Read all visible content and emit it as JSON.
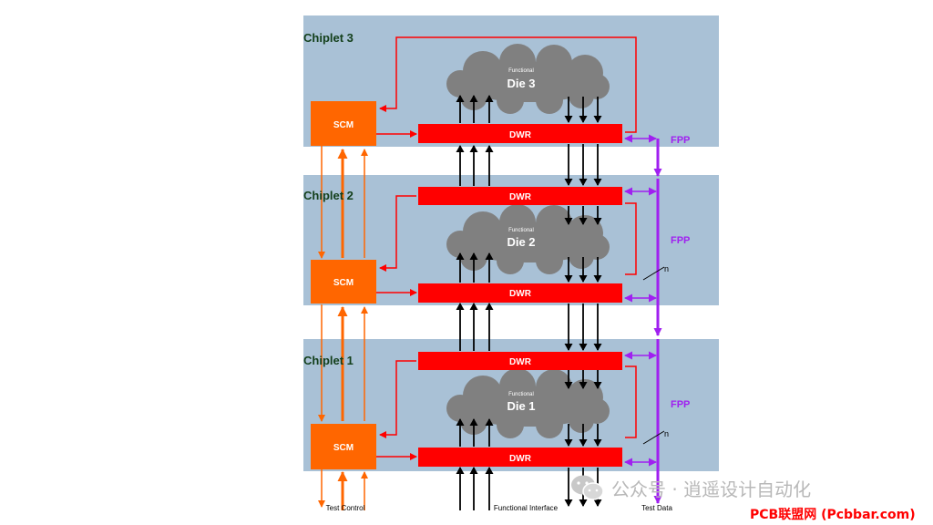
{
  "colors": {
    "panel": "#a9c1d6",
    "block": "#ff0000",
    "scm": "#ff6600",
    "fpp": "#a020f0",
    "cloud": "#808080",
    "chiplet_text": "#14401c",
    "watermark_red": "#ff0000"
  },
  "chiplets": [
    {
      "label": "Chiplet 3",
      "die_caption": "Functional",
      "die_label": "Die 3",
      "dwr_labels": [
        "DWR"
      ],
      "scm_label": "SCM",
      "fpp_label": "FPP"
    },
    {
      "label": "Chiplet 2",
      "die_caption": "Functional",
      "die_label": "Die 2",
      "dwr_labels": [
        "DWR",
        "DWR"
      ],
      "scm_label": "SCM",
      "fpp_label": "FPP"
    },
    {
      "label": "Chiplet 1",
      "die_caption": "Functional",
      "die_label": "Die 1",
      "dwr_labels": [
        "DWR",
        "DWR"
      ],
      "scm_label": "SCM",
      "fpp_label": "FPP"
    }
  ],
  "bus_width_label": "n",
  "bottom_labels": {
    "test_control": "Test Control",
    "functional_interface": "Functional Interface",
    "test_data": "Test Data"
  },
  "watermark": {
    "icon": "wechat-icon",
    "text": "公众号 · 逍遥设计自动化",
    "site": "PCB联盟网 (Pcbbar.com)"
  }
}
